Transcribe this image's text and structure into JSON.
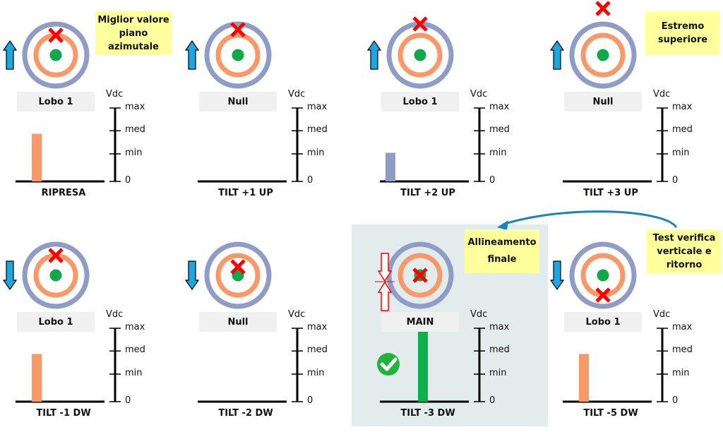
{
  "colors": {
    "outer_ring": "#8f9cc6",
    "inner_ring": "#f9996a",
    "center_dot": "#11a84c",
    "marker": "#ff0000",
    "arrow": "#1da6e0",
    "bar_orange": "#f9996a",
    "bar_blue": "#8f9cc6",
    "bar_green": "#0db14b",
    "note_bg": "#ffff9c",
    "label_bg": "#f0f0f0",
    "highlight_bg": "#e2ecec",
    "connector": "#1a85b5",
    "check": "#22b33a"
  },
  "axis": {
    "unit": "Vdc",
    "ticks": [
      "max",
      "med",
      "min",
      "0"
    ]
  },
  "notes": {
    "best_azimuth": "Miglior valore piano azimutale",
    "upper_extreme": "Estremo superiore",
    "final_alignment": "Allineamento finale",
    "vertical_test": "Test verifica verticale e ritorno"
  },
  "chart_data": {
    "type": "bar",
    "title": "",
    "ylabel": "Vdc",
    "ytick_labels": [
      "0",
      "min",
      "med",
      "max"
    ],
    "ytick_values": [
      0,
      0.375,
      0.69,
      1.0
    ],
    "ylim": [
      0,
      1
    ],
    "categories": [
      "RIPRESA",
      "TILT +1 UP",
      "TILT +2 UP",
      "TILT +3 UP",
      "TILT -1 DW",
      "TILT -2 DW",
      "TILT -3 DW",
      "TILT -5 DW"
    ],
    "lobe": [
      "Lobo 1",
      "Null",
      "Lobo 1",
      "Null",
      "Lobo 1",
      "Null",
      "MAIN",
      "Lobo 1"
    ],
    "values": [
      0.65,
      0,
      0.39,
      0,
      0.65,
      0,
      0.97,
      0.65
    ],
    "bar_colors": [
      "orange",
      "none",
      "blue",
      "none",
      "orange",
      "none",
      "green",
      "orange"
    ],
    "tilt_direction": [
      "up",
      "up",
      "up",
      "up",
      "down",
      "down",
      "converge",
      "down"
    ],
    "marker_position": [
      "inner-ring-top",
      "outer-ring-top",
      "above-outer-ring-top",
      "outside-top",
      "inner-ring-top",
      "center-top",
      "center",
      "inner-ring-bottom"
    ],
    "status_ok": [
      false,
      false,
      false,
      false,
      false,
      false,
      true,
      false
    ]
  },
  "panels": [
    {
      "lobe": "Lobo 1",
      "caption": "RIPRESA"
    },
    {
      "lobe": "Null",
      "caption": "TILT +1 UP"
    },
    {
      "lobe": "Lobo 1",
      "caption": "TILT +2 UP"
    },
    {
      "lobe": "Null",
      "caption": "TILT +3 UP"
    },
    {
      "lobe": "Lobo 1",
      "caption": "TILT -1 DW"
    },
    {
      "lobe": "Null",
      "caption": "TILT -2 DW"
    },
    {
      "lobe": "MAIN",
      "caption": "TILT -3 DW"
    },
    {
      "lobe": "Lobo 1",
      "caption": "TILT -5 DW"
    }
  ]
}
